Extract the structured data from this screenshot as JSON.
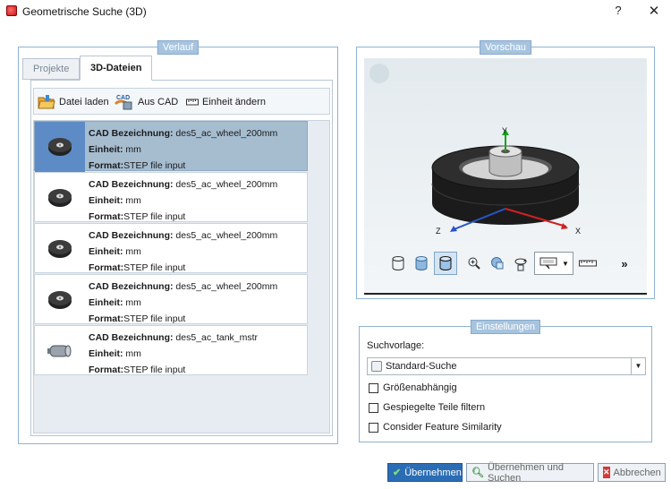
{
  "window": {
    "title": "Geometrische Suche (3D)",
    "help_label": "?",
    "close_label": "✕"
  },
  "verlauf": {
    "legend": "Verlauf",
    "tabs": [
      {
        "label": "Projekte",
        "active": false
      },
      {
        "label": "3D-Dateien",
        "active": true
      }
    ],
    "toolbar": {
      "load_label": "Datei laden",
      "cad_badge": "CAD",
      "from_cad_label": "Aus CAD",
      "unit_label": "Einheit ändern"
    },
    "field_labels": {
      "cad": "CAD Bezeichnung:",
      "unit": "Einheit:",
      "format": "Format:"
    },
    "files": [
      {
        "name": "des5_ac_wheel_200mm",
        "unit": "mm",
        "format": "STEP file input",
        "selected": true,
        "thumb": "wheel-icon"
      },
      {
        "name": "des5_ac_wheel_200mm",
        "unit": "mm",
        "format": "STEP file input",
        "selected": false,
        "thumb": "wheel-icon"
      },
      {
        "name": "des5_ac_wheel_200mm",
        "unit": "mm",
        "format": "STEP file input",
        "selected": false,
        "thumb": "wheel-icon"
      },
      {
        "name": "des5_ac_wheel_200mm",
        "unit": "mm",
        "format": "STEP file input",
        "selected": false,
        "thumb": "wheel-icon"
      },
      {
        "name": "des5_ac_tank_mstr",
        "unit": "mm",
        "format": "STEP file input",
        "selected": false,
        "thumb": "tank-icon"
      }
    ]
  },
  "vorschau": {
    "legend": "Vorschau",
    "axes": {
      "x": "X",
      "y": "Y",
      "z": "Z"
    },
    "more_label": "»"
  },
  "einstellungen": {
    "legend": "Einstellungen",
    "template_label": "Suchvorlage:",
    "template_value": "Standard-Suche",
    "checkboxes": [
      {
        "label": "Größenabhängig",
        "checked": false
      },
      {
        "label": "Gespiegelte Teile filtern",
        "checked": false
      },
      {
        "label": "Consider Feature Similarity",
        "checked": false
      }
    ]
  },
  "buttons": {
    "apply": "Übernehmen",
    "apply_search": "Übernehmen und Suchen",
    "cancel": "Abbrechen"
  },
  "colors": {
    "accent": "#2a6db5",
    "selection": "#a6bdd0",
    "legend_bg": "#a7c4df"
  }
}
